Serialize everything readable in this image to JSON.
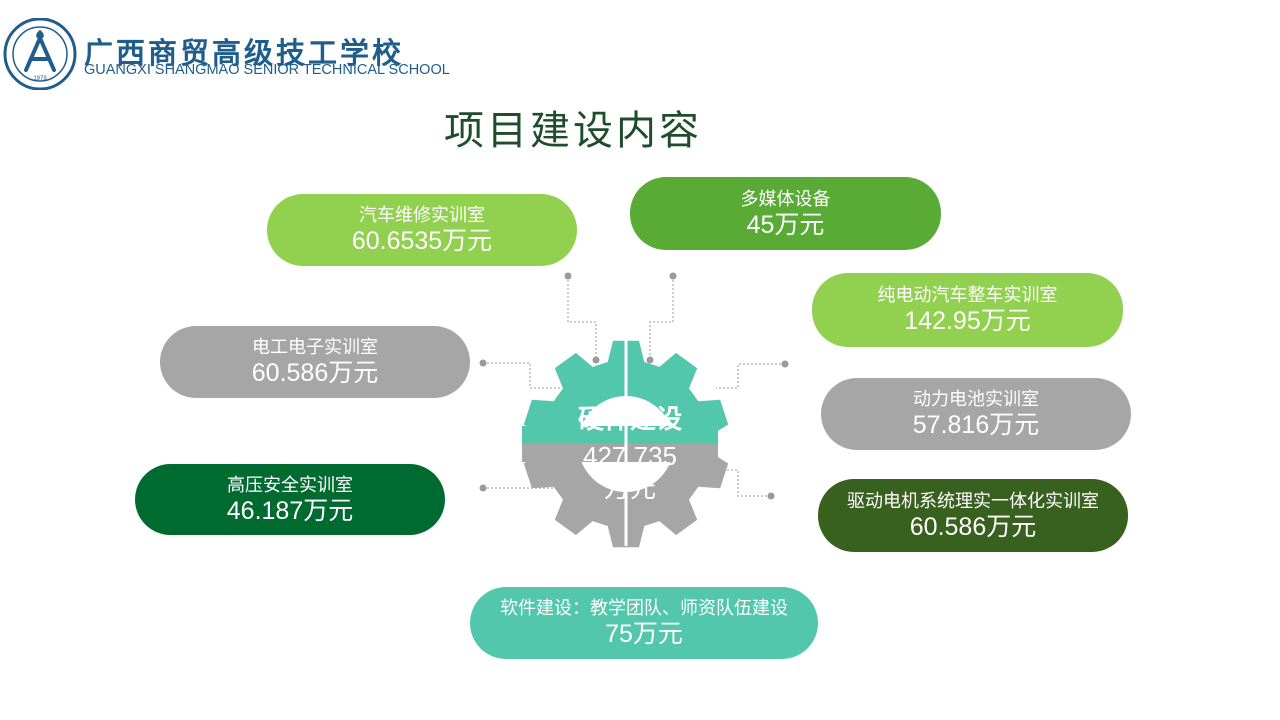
{
  "header": {
    "school_name_cn": "广西商贸高级技工学校",
    "school_name_en": "GUANGXI SHANGMAO SENIOR TECHNICAL SCHOOL",
    "logo_year": "1979"
  },
  "slide": {
    "title": "项目建设内容"
  },
  "center": {
    "label": "硬件建设",
    "value": "427.735",
    "unit": "万元"
  },
  "items": [
    {
      "label": "汽车维修实训室",
      "value": "60.6535万元",
      "color": "#92d050"
    },
    {
      "label": "多媒体设备",
      "value": "45万元",
      "color": "#5aab35"
    },
    {
      "label": "纯电动汽车整车实训室",
      "value": "142.95万元",
      "color": "#92d050"
    },
    {
      "label": "电工电子实训室",
      "value": "60.586万元",
      "color": "#a6a6a6"
    },
    {
      "label": "动力电池实训室",
      "value": "57.816万元",
      "color": "#a6a6a6"
    },
    {
      "label": "高压安全实训室",
      "value": "46.187万元",
      "color": "#006b30"
    },
    {
      "label": "驱动电机系统理实一体化实训室",
      "value": "60.586万元",
      "color": "#38601f"
    },
    {
      "label": "软件建设：教学团队、师资队伍建设",
      "value": "75万元",
      "color": "#52c7ac"
    }
  ],
  "colors": {
    "gear_top": "#52c7ac",
    "gear_bottom": "#a6a6a6",
    "title": "#1f4d2b",
    "school_blue": "#1f5e8c"
  }
}
